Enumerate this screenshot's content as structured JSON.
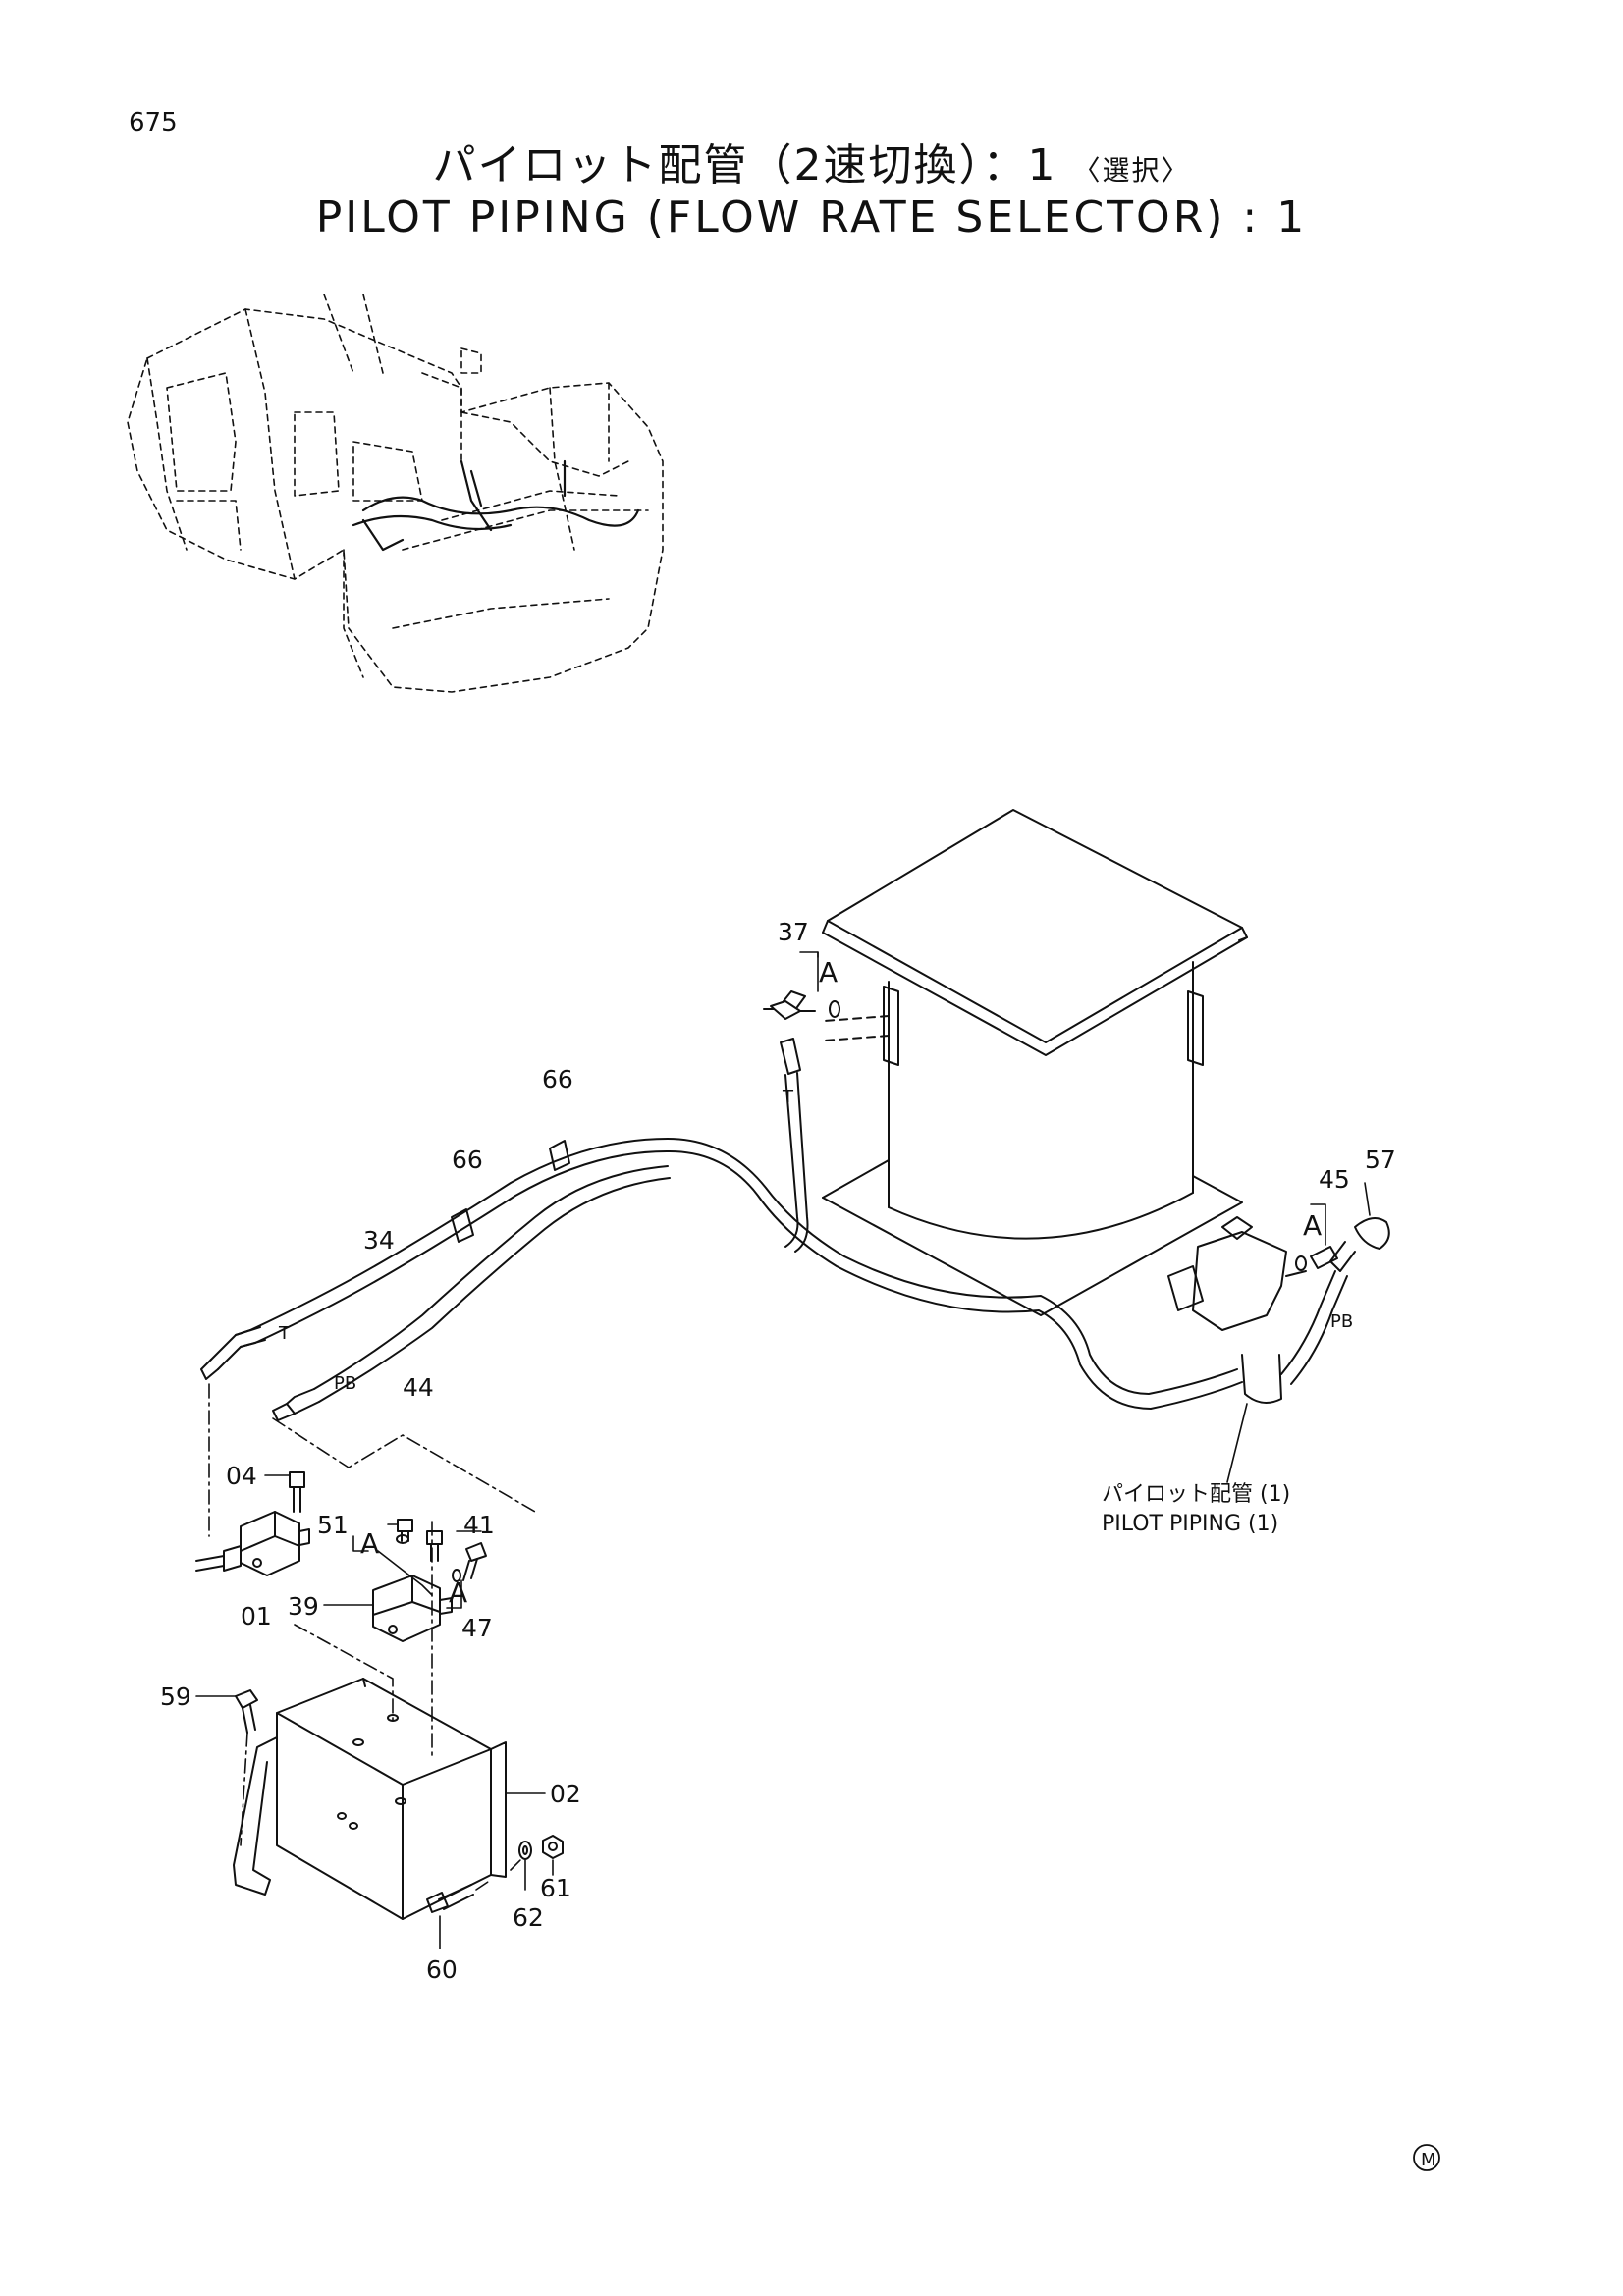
{
  "page_number": "675",
  "title_jp": "パイロット配管（2速切換）：1",
  "title_jp_note": "〈選択〉",
  "title_en": "PILOT PIPING (FLOW RATE SELECTOR) : 1",
  "part_labels": {
    "p37": "37",
    "p66a": "66",
    "p66b": "66",
    "p34": "34",
    "p44": "44",
    "p45": "45",
    "p57": "57",
    "p04": "04",
    "p51": "51",
    "p41": "41",
    "p01": "01",
    "p39": "39",
    "p47": "47",
    "p59": "59",
    "p02": "02",
    "p61": "61",
    "p62": "62",
    "p60": "60"
  },
  "port_labels": {
    "t_top": "T",
    "t_left": "T",
    "pb_left": "PB",
    "pb_right": "PB"
  },
  "detail_labels": {
    "a1": "A",
    "a2": "A",
    "a3": "A",
    "a4": "A"
  },
  "reference": {
    "jp": "パイロット配管 (1)",
    "en": "PILOT PIPING (1)"
  },
  "mark": "M"
}
